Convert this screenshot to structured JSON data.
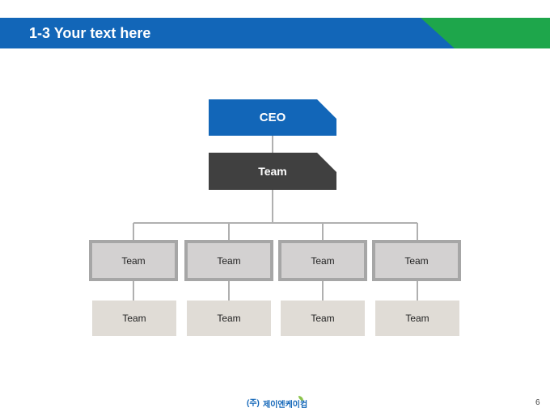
{
  "header": {
    "title": "1-3 Your text here",
    "colors": {
      "blue": "#1266b8",
      "green": "#1ea64b"
    }
  },
  "org_chart": {
    "ceo": "CEO",
    "top_team": "Team",
    "level1": [
      "Team",
      "Team",
      "Team",
      "Team"
    ],
    "level2": [
      "Team",
      "Team",
      "Team",
      "Team"
    ],
    "colors": {
      "ceo_fill": "#1266b8",
      "top_team_fill": "#404040",
      "level1_fill": "#d3d1d1",
      "level1_border": "#a6a6a6",
      "level2_fill": "#e0dcd6",
      "connector": "#b0b0b0"
    }
  },
  "footer": {
    "logo_mark": "(주)",
    "logo_name": "제이엔케이컴",
    "logo_icon": "leaf-icon",
    "page_number": "6"
  }
}
